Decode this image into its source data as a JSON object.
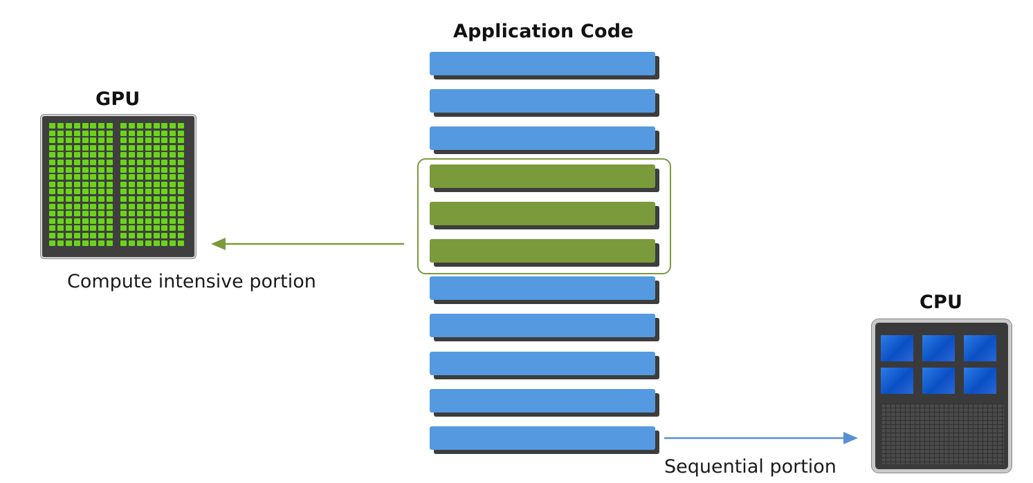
{
  "titles": {
    "application": "Application Code",
    "gpu": "GPU",
    "cpu": "CPU"
  },
  "captions": {
    "gpu": "Compute intensive portion",
    "cpu": "Sequential portion"
  },
  "code_blocks": [
    {
      "kind": "sequential"
    },
    {
      "kind": "sequential"
    },
    {
      "kind": "sequential"
    },
    {
      "kind": "parallel"
    },
    {
      "kind": "parallel"
    },
    {
      "kind": "parallel"
    },
    {
      "kind": "sequential"
    },
    {
      "kind": "sequential"
    },
    {
      "kind": "sequential"
    },
    {
      "kind": "sequential"
    },
    {
      "kind": "sequential"
    }
  ],
  "colors": {
    "sequential": "#5599e0",
    "parallel": "#7a9a3c",
    "gpu_core": "#6bd41a",
    "cpu_core": "#1a5fd6",
    "arrow_gpu": "#7a9a3c",
    "arrow_cpu": "#5a8fd8"
  },
  "icons": {
    "gpu": "gpu-chip-icon",
    "cpu": "cpu-chip-icon"
  }
}
